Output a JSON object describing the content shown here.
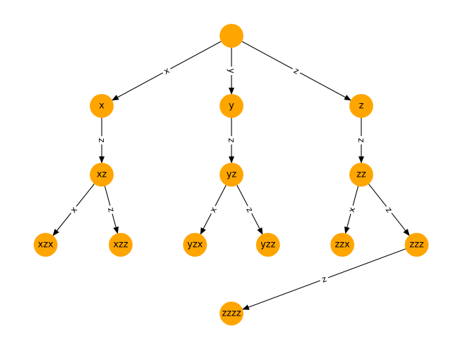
{
  "colors": {
    "node_fill": "#FFA500",
    "edge": "#000000",
    "background": "#FFFFFF"
  },
  "diagram": {
    "type": "tree",
    "nodes": [
      {
        "id": "root",
        "label": ""
      },
      {
        "id": "x",
        "label": "x"
      },
      {
        "id": "y",
        "label": "y"
      },
      {
        "id": "z",
        "label": "z"
      },
      {
        "id": "xz",
        "label": "xz"
      },
      {
        "id": "yz",
        "label": "yz"
      },
      {
        "id": "zz",
        "label": "zz"
      },
      {
        "id": "xzx",
        "label": "xzx"
      },
      {
        "id": "xzz",
        "label": "xzz"
      },
      {
        "id": "yzx",
        "label": "yzx"
      },
      {
        "id": "yzz",
        "label": "yzz"
      },
      {
        "id": "zzx",
        "label": "zzx"
      },
      {
        "id": "zzz",
        "label": "zzz"
      },
      {
        "id": "zzzz",
        "label": "zzzz"
      }
    ],
    "edges": [
      {
        "from": "root",
        "to": "x",
        "label": "x"
      },
      {
        "from": "root",
        "to": "y",
        "label": "y"
      },
      {
        "from": "root",
        "to": "z",
        "label": "z"
      },
      {
        "from": "x",
        "to": "xz",
        "label": "z"
      },
      {
        "from": "y",
        "to": "yz",
        "label": "z"
      },
      {
        "from": "z",
        "to": "zz",
        "label": "z"
      },
      {
        "from": "xz",
        "to": "xzx",
        "label": "x"
      },
      {
        "from": "xz",
        "to": "xzz",
        "label": "z"
      },
      {
        "from": "yz",
        "to": "yzx",
        "label": "x"
      },
      {
        "from": "yz",
        "to": "yzz",
        "label": "z"
      },
      {
        "from": "zz",
        "to": "zzx",
        "label": "x"
      },
      {
        "from": "zz",
        "to": "zzz",
        "label": "z"
      },
      {
        "from": "zzz",
        "to": "zzzz",
        "label": "z"
      }
    ]
  }
}
